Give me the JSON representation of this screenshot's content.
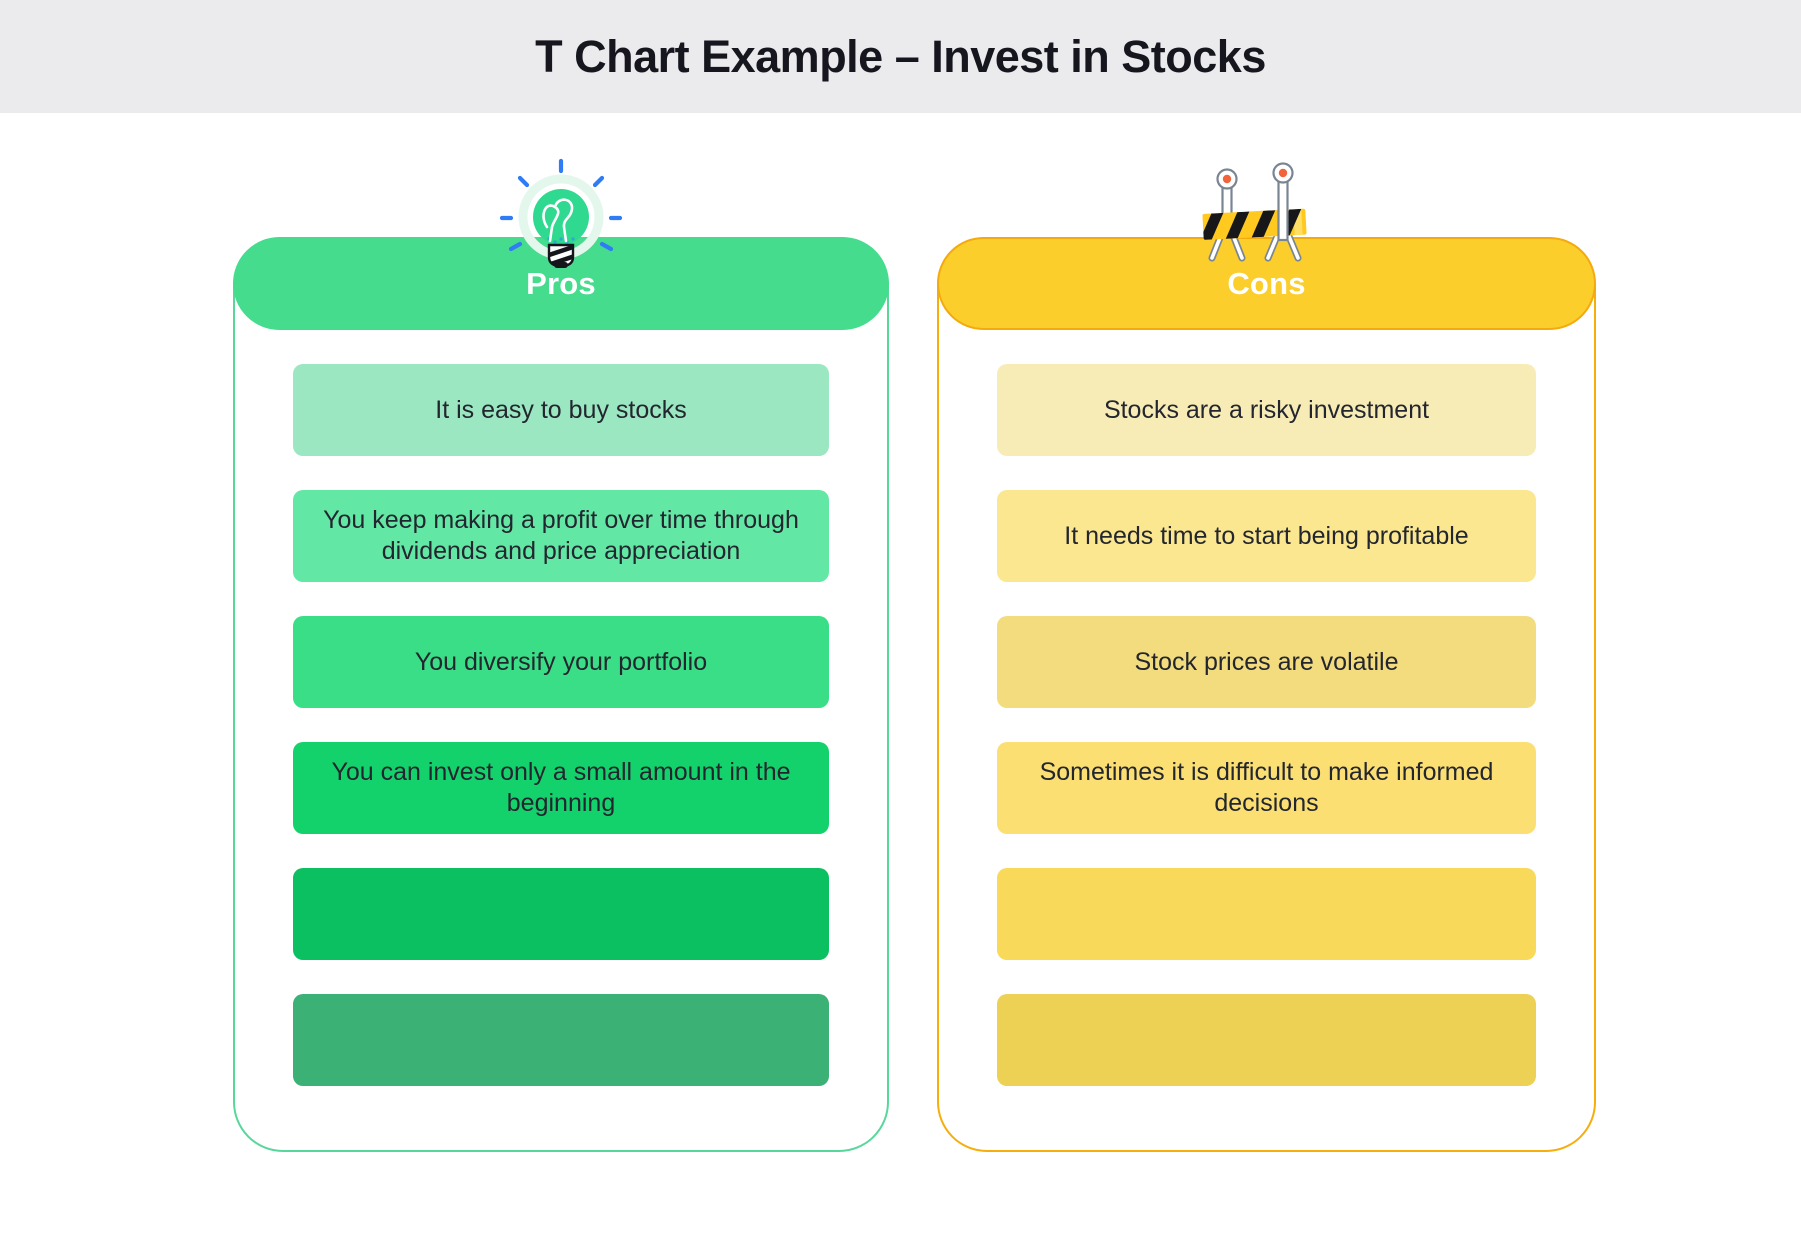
{
  "title": "T Chart Example – Invest in Stocks",
  "colors": {
    "page_bg": "#FFFFFF",
    "header_strip_bg": "#EBEBEE",
    "title_text": "#16161E",
    "item_text": "#23262E"
  },
  "columns": [
    {
      "id": "pros",
      "header": "Pros",
      "icon": "lightbulb-icon",
      "colors": {
        "panel_border": "#58D79B",
        "header_bg": "#45DC8E",
        "header_border": "#45DC8E",
        "header_text": "#FFFFFF"
      },
      "items": [
        {
          "text": "It is easy to buy stocks",
          "bg": "#9AE7C1"
        },
        {
          "text": "You keep making a profit over time through dividends and price appreciation",
          "bg": "#62E7A5"
        },
        {
          "text": "You diversify your portfolio",
          "bg": "#39DE86"
        },
        {
          "text": "You can invest only a small amount in the beginning",
          "bg": "#14D26B"
        },
        {
          "text": "",
          "bg": "#0AC061"
        },
        {
          "text": "",
          "bg": "#3CB176"
        }
      ]
    },
    {
      "id": "cons",
      "header": "Cons",
      "icon": "barrier-icon",
      "colors": {
        "panel_border": "#F5AE0B",
        "header_bg": "#FBCE2C",
        "header_border": "#F3AA0E",
        "header_text": "#FFFFFF"
      },
      "items": [
        {
          "text": "Stocks are a risky investment",
          "bg": "#F8ECB6"
        },
        {
          "text": "It needs time to start being profitable",
          "bg": "#FBE78F"
        },
        {
          "text": "Stock prices are volatile",
          "bg": "#F3DC7E"
        },
        {
          "text": "Sometimes it is difficult to make informed decisions",
          "bg": "#FCDF73"
        },
        {
          "text": "",
          "bg": "#F9D95A"
        },
        {
          "text": "",
          "bg": "#EDD154"
        }
      ]
    }
  ]
}
